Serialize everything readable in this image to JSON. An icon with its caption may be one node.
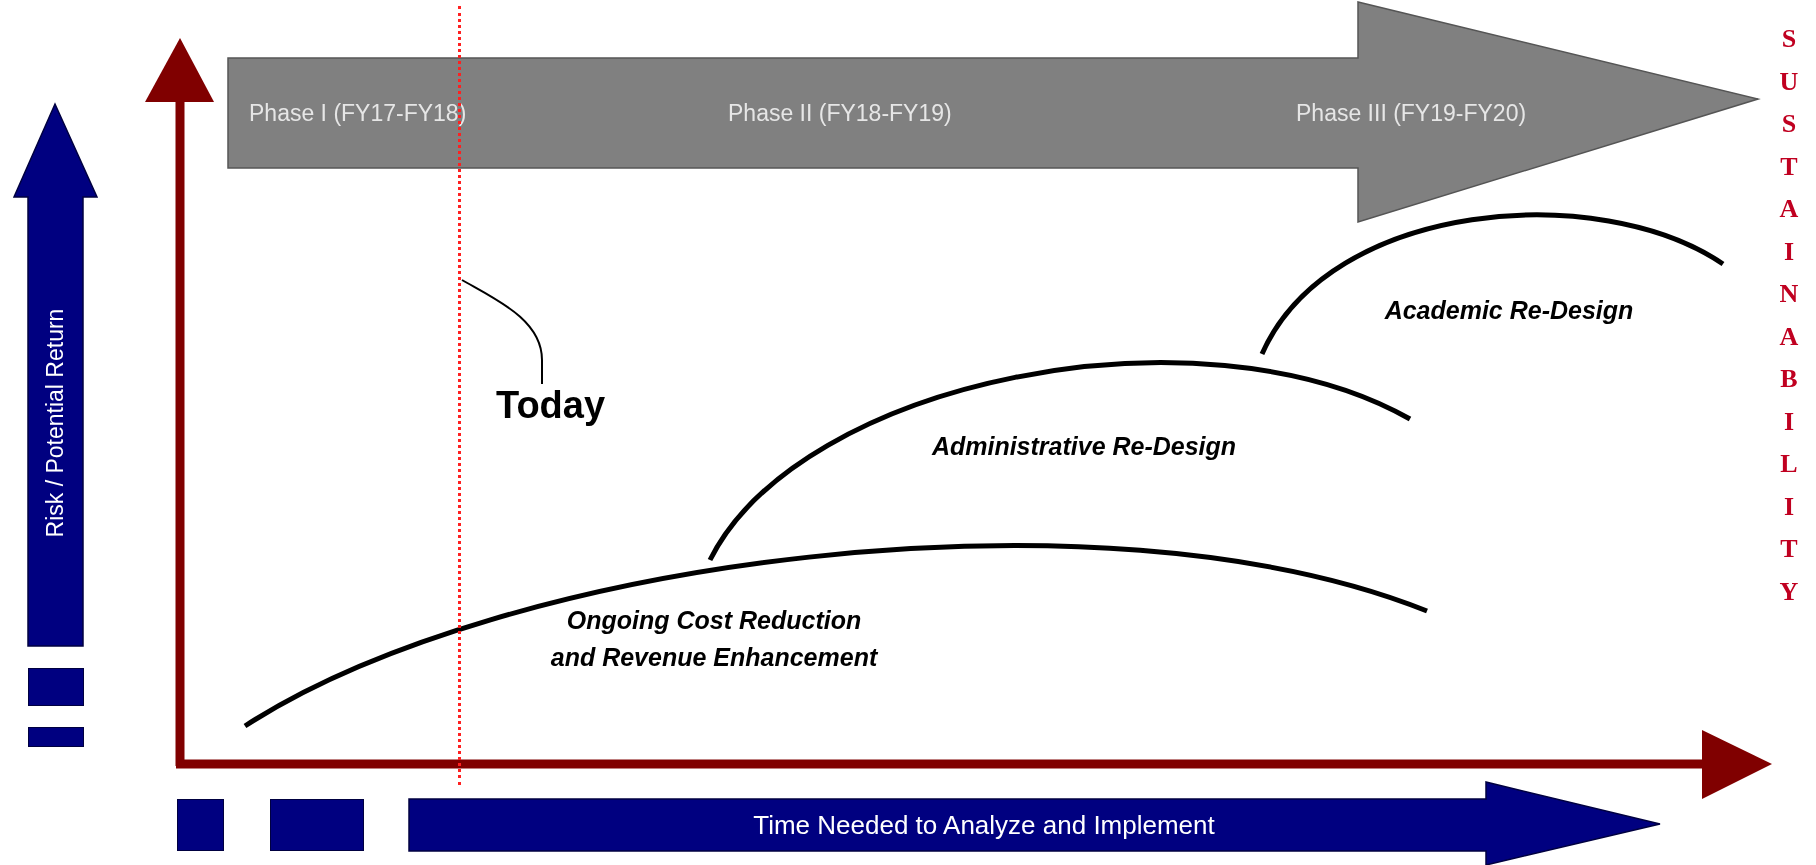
{
  "diagram": {
    "nodes": [
      {
        "text": [
          "Phase I (FY17-FY18)",
          "Phase II (FY18-FY19)",
          "Phase III (FY19-FY20)"
        ]
      },
      {
        "text": [
          "Risk / Potential Return"
        ]
      },
      {
        "text": [
          "Time Needed to Analyze and Implement"
        ]
      },
      {
        "text": [
          "Today"
        ]
      },
      {
        "text": [],
        "shape": "line"
      },
      {
        "text": [],
        "shape": "bar"
      },
      {
        "text": [],
        "shape": "bar"
      },
      {
        "text": [],
        "shape": "bar"
      },
      {
        "text": [],
        "shape": "bar"
      }
    ],
    "edges": [
      {
        "from": 3,
        "to": 4,
        "arrow": "none"
      }
    ],
    "labels": [
      "SUSTAINABILITY",
      "Academic Re-Design",
      "Administrative Re-Design",
      "Ongoing Cost Reduction and Revenue Enhancement"
    ]
  }
}
